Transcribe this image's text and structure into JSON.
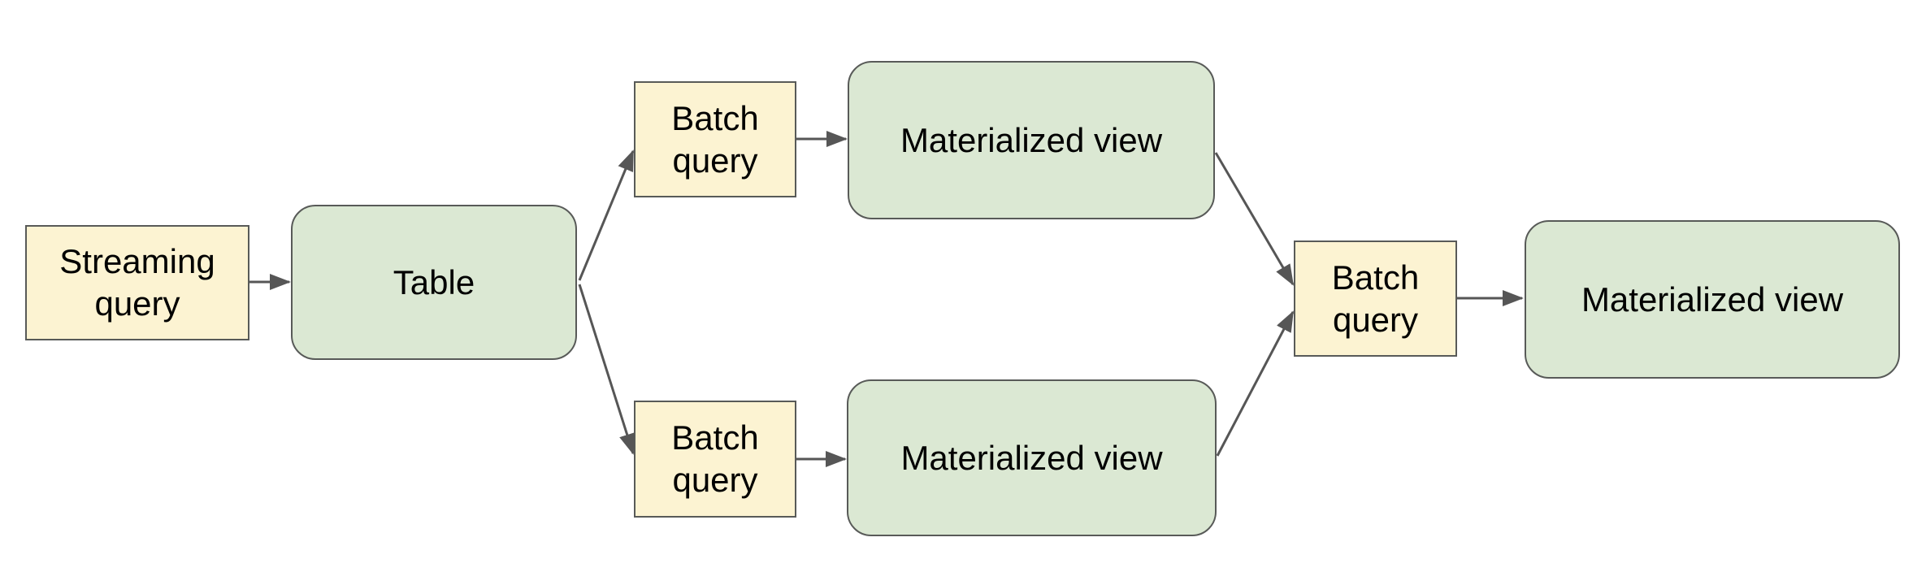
{
  "colors": {
    "yellow_fill": "#fcf3d2",
    "green_fill": "#dbe8d3",
    "border": "#585a58",
    "arrow": "#565656",
    "text": "#000000",
    "background": "#ffffff"
  },
  "nodes": {
    "streaming_query": {
      "label": "Streaming query",
      "shape": "rectangle",
      "color": "#fcf3d2"
    },
    "table": {
      "label": "Table",
      "shape": "rounded-rectangle",
      "color": "#dbe8d3"
    },
    "batch_query_top": {
      "label": "Batch query",
      "shape": "rectangle",
      "color": "#fcf3d2"
    },
    "materialized_view_top": {
      "label": "Materialized view",
      "shape": "rounded-rectangle",
      "color": "#dbe8d3"
    },
    "batch_query_bottom": {
      "label": "Batch query",
      "shape": "rectangle",
      "color": "#fcf3d2"
    },
    "materialized_view_bottom": {
      "label": "Materialized view",
      "shape": "rounded-rectangle",
      "color": "#dbe8d3"
    },
    "batch_query_right": {
      "label": "Batch query",
      "shape": "rectangle",
      "color": "#fcf3d2"
    },
    "materialized_view_right": {
      "label": "Materialized view",
      "shape": "rounded-rectangle",
      "color": "#dbe8d3"
    }
  },
  "edges": [
    {
      "from": "streaming_query",
      "to": "table"
    },
    {
      "from": "table",
      "to": "batch_query_top"
    },
    {
      "from": "batch_query_top",
      "to": "materialized_view_top"
    },
    {
      "from": "table",
      "to": "batch_query_bottom"
    },
    {
      "from": "batch_query_bottom",
      "to": "materialized_view_bottom"
    },
    {
      "from": "materialized_view_top",
      "to": "batch_query_right"
    },
    {
      "from": "materialized_view_bottom",
      "to": "batch_query_right"
    },
    {
      "from": "batch_query_right",
      "to": "materialized_view_right"
    }
  ]
}
